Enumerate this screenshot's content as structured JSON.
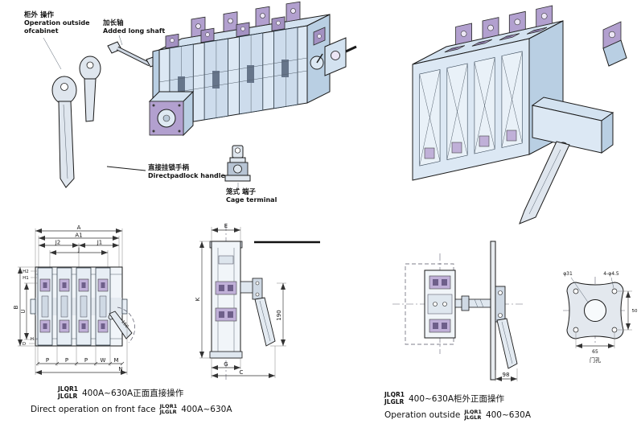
{
  "colors": {
    "body_blue": "#dce8f4",
    "shade_blue": "#b9cfe3",
    "terminal_purple": "#b2a0cf",
    "outline": "#1a1a1a"
  },
  "annotations": {
    "outside_cabinet": {
      "cn": "柜外 操作",
      "en1": "Operation outside",
      "en2": "ofcabinet"
    },
    "long_shaft": {
      "cn": "加长轴",
      "en": "Added long shaft"
    },
    "padlock_handle": {
      "cn": "直接挂锁手柄",
      "en": "Directpadlock handle"
    },
    "cage_terminal": {
      "cn": "笼式 端子",
      "en": "Cage terminal"
    }
  },
  "captions": {
    "left": {
      "model_top": "JLQR1",
      "model_bottom": "JLGLR",
      "rating_cn": "400A~630A正面直接操作",
      "en": "Direct operation on front face",
      "model_top2": "JLQR1",
      "model_bottom2": "JLGLR",
      "rating_en": "400A~630A"
    },
    "right": {
      "model_top": "JLQR1",
      "model_bottom": "JLGLR",
      "rating_cn": "400~630A柜外正面操作",
      "en": "Operation outside",
      "model_top2": "JLQR1",
      "model_bottom2": "JLGLR",
      "rating_en": "400~630A"
    }
  },
  "dims": {
    "front": {
      "A": "A",
      "A1": "A1",
      "J2": "J2",
      "J1": "J1",
      "J": "J",
      "H2": "H2",
      "H1": "H1",
      "B": "B",
      "U": "U",
      "D": "D",
      "H": "H",
      "P1": "P",
      "P2": "P",
      "P3": "P",
      "W": "W",
      "M": "M",
      "N": "N",
      "swing": "150"
    },
    "side": {
      "E": "E",
      "K": "K",
      "h190": "190",
      "G": "G",
      "C": "C"
    },
    "outside": {
      "w98": "98"
    },
    "plate": {
      "dia": "φ31",
      "holes": "4-φ4.5",
      "h50": "50",
      "w65": "65",
      "door": "门孔"
    }
  }
}
